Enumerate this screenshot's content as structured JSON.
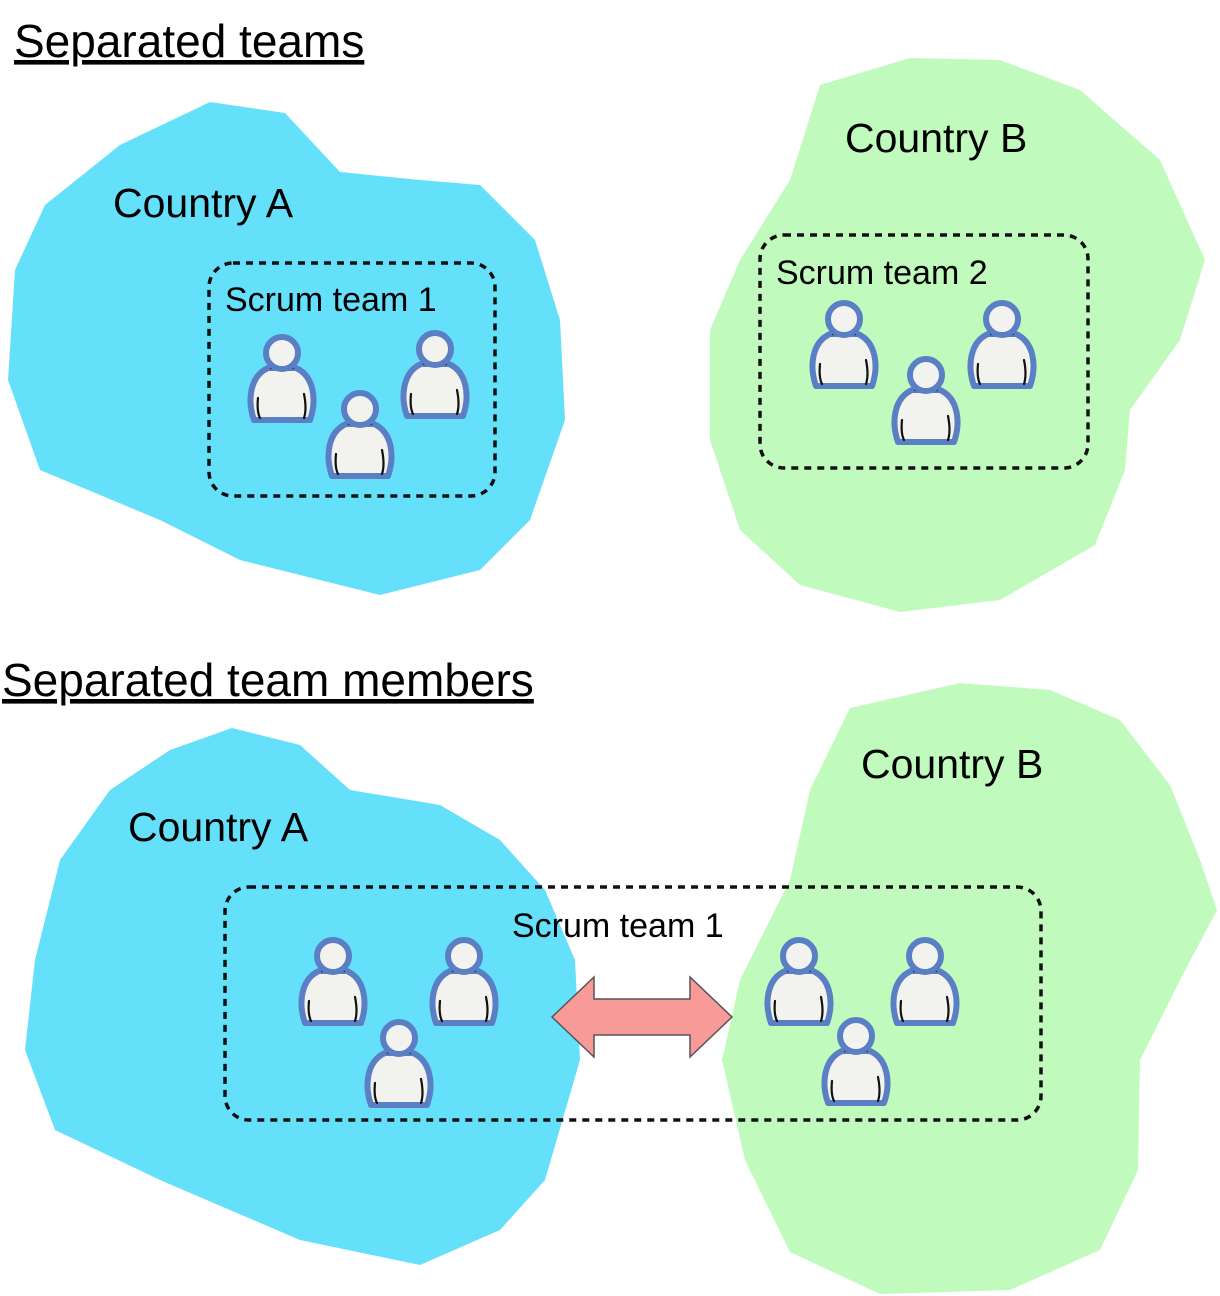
{
  "colors": {
    "country_a": "#64e0fb",
    "country_b": "#c0fbbd",
    "person_outline": "#5b7fc4",
    "person_fill": "#f2f2ee",
    "arrow": "#f89a98"
  },
  "icons": {
    "person": "person-icon",
    "arrow": "double-arrow-icon"
  },
  "section1": {
    "heading": "Separated teams",
    "country_a": "Country A",
    "country_b": "Country B",
    "team_1": "Scrum team 1",
    "team_2": "Scrum team 2"
  },
  "section2": {
    "heading": "Separated team members",
    "country_a": "Country A",
    "country_b": "Country B",
    "team_1": "Scrum team 1"
  }
}
